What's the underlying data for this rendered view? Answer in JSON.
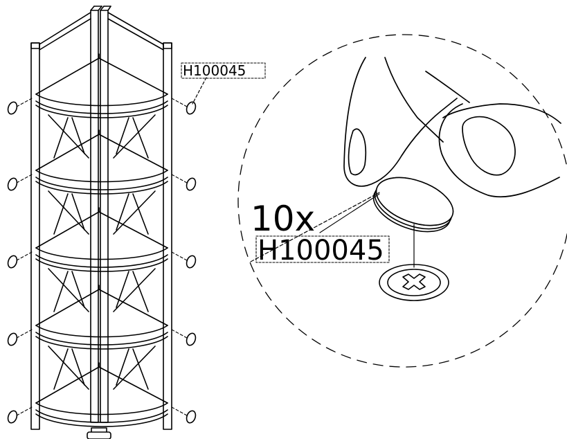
{
  "part_label_small": "H100045",
  "quantity": "10x",
  "part_label_large": "H100045",
  "cap_icon": "self-adhesive-screw-cap-icon",
  "screw_head_icon": "cross-screw-head-icon",
  "shelf_count": 5,
  "cap_count": 10
}
